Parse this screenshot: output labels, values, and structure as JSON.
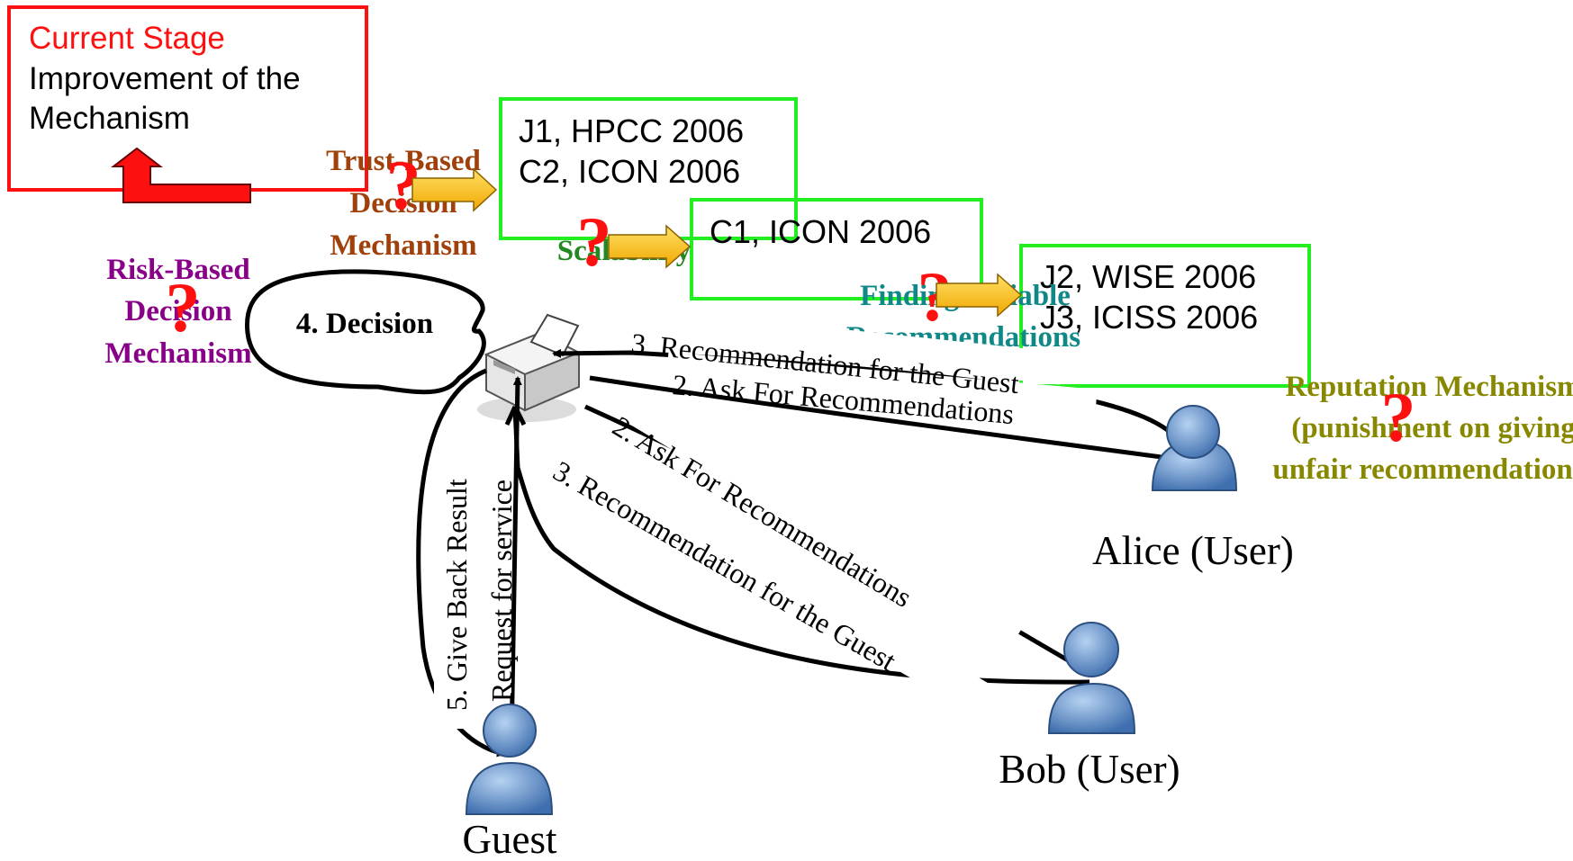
{
  "current_stage": {
    "heading": "Current Stage",
    "line1": "Improvement of the",
    "line2": "Mechanism"
  },
  "publications": {
    "box1_line1": "J1, HPCC 2006",
    "box1_line2": "C2, ICON 2006",
    "box2_line1": "C1, ICON 2006",
    "box3_line1": "J2, WISE 2006",
    "box3_line2": "J3, ICISS 2006"
  },
  "topics": {
    "trust_line1": "Trust-Based",
    "trust_line2": "Decision",
    "trust_line3": "Mechanism",
    "risk_line1": "Risk-Based",
    "risk_line2": "Decision",
    "risk_line3": "Mechanism",
    "scalability": "Scalability",
    "finding_line1": "Finding Reliable",
    "finding_line2": "Recommendations",
    "reputation_line1": "Reputation Mechanism",
    "reputation_line2": "(punishment on giving",
    "reputation_line3": "unfair recommendations)"
  },
  "question_mark": "?",
  "decision_label": "4. Decision",
  "flows": {
    "ask_alice": "2. Ask For Recommendations",
    "rec_alice": "3. Recommendation for the Guest",
    "ask_bob": "2. Ask For Recommendations",
    "rec_bob": "3. Recommendation for the Guest",
    "request": "1. Request for service",
    "give_back": "5. Give Back Result"
  },
  "actors": {
    "alice": "Alice (User)",
    "bob": "Bob (User)",
    "guest": "Guest"
  },
  "colors": {
    "red": "#ff1010",
    "green": "#22ee22",
    "brown": "#a0400a",
    "purple": "#880088",
    "dark_green": "#228822",
    "teal": "#118888",
    "olive": "#888800",
    "arrow_fill": "#ffc000",
    "user_blue": "#5b8cc8"
  }
}
